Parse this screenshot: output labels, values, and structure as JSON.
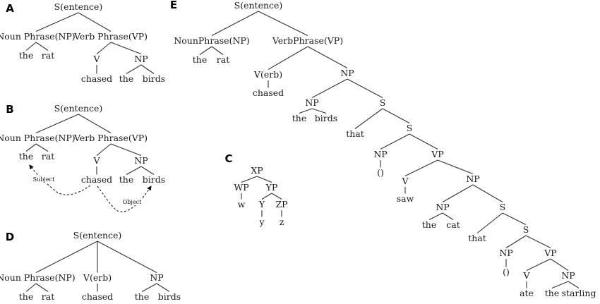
{
  "figure": {
    "panels": [
      {
        "id": "A",
        "label": "A",
        "nodes": {
          "S": "S(entence)",
          "NP": "Noun Phrase(NP)",
          "VP": "Verb Phrase(VP)",
          "the1": "the",
          "rat": "rat",
          "V": "V",
          "NP2": "NP",
          "chased": "chased",
          "the2": "the",
          "birds": "birds"
        },
        "edges": [
          [
            "S",
            "NP"
          ],
          [
            "S",
            "VP"
          ],
          [
            "NP",
            "the1"
          ],
          [
            "NP",
            "rat"
          ],
          [
            "VP",
            "V"
          ],
          [
            "VP",
            "NP2"
          ],
          [
            "V",
            "chased"
          ],
          [
            "NP2",
            "the2"
          ],
          [
            "NP2",
            "birds"
          ]
        ]
      },
      {
        "id": "B",
        "label": "B",
        "nodes": {
          "S": "S(entence)",
          "NP": "Noun Phrase(NP)",
          "VP": "Verb Phrase(VP)",
          "the1": "the",
          "rat": "rat",
          "V": "V",
          "NP2": "NP",
          "chased": "chased",
          "the2": "the",
          "birds": "birds"
        },
        "edges": [
          [
            "S",
            "NP"
          ],
          [
            "S",
            "VP"
          ],
          [
            "NP",
            "the1"
          ],
          [
            "NP",
            "rat"
          ],
          [
            "VP",
            "V"
          ],
          [
            "VP",
            "NP2"
          ],
          [
            "V",
            "chased"
          ],
          [
            "NP2",
            "the2"
          ],
          [
            "NP2",
            "birds"
          ]
        ],
        "dependencies": [
          {
            "from": "chased",
            "to": "the1",
            "label": "Subject",
            "style": "dashed-arrow"
          },
          {
            "from": "chased",
            "to": "birds",
            "label": "Object",
            "style": "dashed-arrow"
          }
        ]
      },
      {
        "id": "C",
        "label": "C",
        "nodes": {
          "XP": "XP",
          "WP": "WP",
          "YP": "YP",
          "w": "w",
          "Y": "Y",
          "ZP": "ZP",
          "y": "y",
          "z": "z"
        },
        "edges": [
          [
            "XP",
            "WP"
          ],
          [
            "XP",
            "YP"
          ],
          [
            "WP",
            "w"
          ],
          [
            "YP",
            "Y"
          ],
          [
            "YP",
            "ZP"
          ],
          [
            "Y",
            "y"
          ],
          [
            "ZP",
            "z"
          ]
        ]
      },
      {
        "id": "D",
        "label": "D",
        "nodes": {
          "S": "S(entence)",
          "NP": "Noun Phrase(NP)",
          "V": "V(erb)",
          "NP2": "NP",
          "the1": "the",
          "rat": "rat",
          "chased": "chased",
          "the2": "the",
          "birds": "birds"
        },
        "edges": [
          [
            "S",
            "NP"
          ],
          [
            "S",
            "V"
          ],
          [
            "S",
            "NP2"
          ],
          [
            "NP",
            "the1"
          ],
          [
            "NP",
            "rat"
          ],
          [
            "V",
            "chased"
          ],
          [
            "NP2",
            "the2"
          ],
          [
            "NP2",
            "birds"
          ]
        ]
      },
      {
        "id": "E",
        "label": "E",
        "nodes": {
          "S": "S(entence)",
          "NP": "NounPhrase(NP)",
          "VP": "VerbPhrase(VP)",
          "the1": "the",
          "rat": "rat",
          "V": "V(erb)",
          "chased": "chased",
          "NP2": "NP",
          "NP3": "NP",
          "S2": "S",
          "the2": "the",
          "birds": "birds",
          "that1": "that",
          "S3": "S",
          "NP4": "NP",
          "empty1": "()",
          "VP2": "VP",
          "V2": "V",
          "saw": "saw",
          "NP5": "NP",
          "NP6": "NP",
          "the3": "the",
          "cat": "cat",
          "S4": "S",
          "that2": "that",
          "S5": "S",
          "NP7": "NP",
          "empty2": "()",
          "VP3": "VP",
          "V3": "V",
          "ate": "ate",
          "NP8": "NP",
          "the4": "the",
          "starling": "starling"
        },
        "edges": [
          [
            "S",
            "NP"
          ],
          [
            "S",
            "VP"
          ],
          [
            "NP",
            "the1"
          ],
          [
            "NP",
            "rat"
          ],
          [
            "VP",
            "V"
          ],
          [
            "VP",
            "NP2"
          ],
          [
            "V",
            "chased"
          ],
          [
            "NP2",
            "NP3"
          ],
          [
            "NP2",
            "S2"
          ],
          [
            "NP3",
            "the2"
          ],
          [
            "NP3",
            "birds"
          ],
          [
            "S2",
            "that1"
          ],
          [
            "S2",
            "S3"
          ],
          [
            "S3",
            "NP4"
          ],
          [
            "S3",
            "VP2"
          ],
          [
            "NP4",
            "empty1"
          ],
          [
            "VP2",
            "V2"
          ],
          [
            "VP2",
            "NP5"
          ],
          [
            "V2",
            "saw"
          ],
          [
            "NP5",
            "NP6"
          ],
          [
            "NP5",
            "S4"
          ],
          [
            "NP6",
            "the3"
          ],
          [
            "NP6",
            "cat"
          ],
          [
            "S4",
            "that2"
          ],
          [
            "S4",
            "S5"
          ],
          [
            "S5",
            "NP7"
          ],
          [
            "S5",
            "VP3"
          ],
          [
            "NP7",
            "empty2"
          ],
          [
            "VP3",
            "V3"
          ],
          [
            "VP3",
            "NP8"
          ],
          [
            "V3",
            "ate"
          ],
          [
            "NP8",
            "the4"
          ],
          [
            "NP8",
            "starling"
          ]
        ]
      }
    ]
  }
}
